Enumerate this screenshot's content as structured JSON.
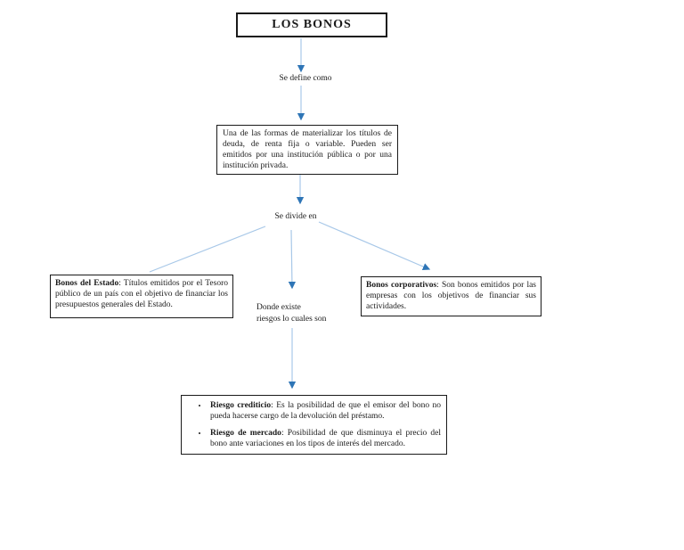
{
  "diagram": {
    "title": "LOS BONOS",
    "definition": "Una de las formas de materializar los títulos de deuda, de renta fija o variable. Pueden ser emitidos por una institución pública o por una institución privada.",
    "connector_labels": {
      "define": "Se define como",
      "divide": "Se divide en",
      "risk_line1": "Donde existe",
      "risk_line2": "riesgos lo cuales son"
    },
    "branches": {
      "state_bonds": {
        "term": "Bonos del Estado",
        "description": ": Títulos emitidos por el Tesoro público de un país con el objetivo de financiar los presupuestos generales del Estado."
      },
      "corporate_bonds": {
        "term": "Bonos corporativos",
        "description": ": Son bonos emitidos por las empresas con los objetivos de financiar sus actividades."
      }
    },
    "risks": [
      {
        "term": "Riesgo crediticio",
        "description": ": Es la posibilidad de que el emisor del bono no pueda hacerse cargo de la devolución del préstamo."
      },
      {
        "term": "Riesgo de mercado",
        "description": ": Posibilidad de que disminuya el precio del bono ante variaciones en los tipos de interés del mercado."
      }
    ],
    "colors": {
      "connector_line": "#a8c8e8",
      "connector_arrow": "#2e75b6",
      "box_border": "#1a1a1a",
      "text": "#1a1a1a",
      "background": "#ffffff"
    }
  }
}
